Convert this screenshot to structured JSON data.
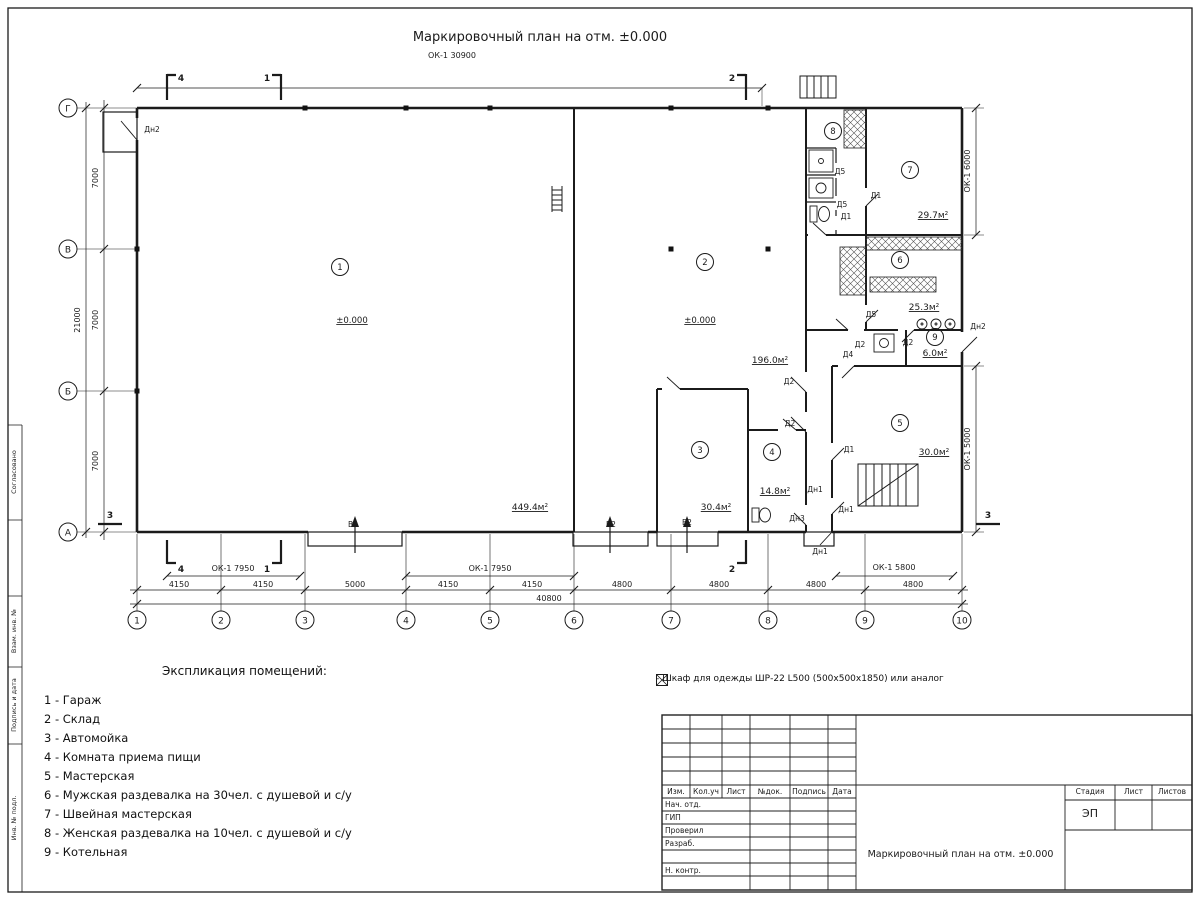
{
  "title": "Маркировочный план на отм. ±0.000",
  "axes": {
    "rows": [
      "Г",
      "В",
      "Б",
      "А"
    ],
    "cols": [
      "1",
      "2",
      "3",
      "4",
      "5",
      "6",
      "7",
      "8",
      "9",
      "10"
    ]
  },
  "dims": {
    "ok_top": "ОК-1 30900",
    "left_segments": [
      "7000",
      "7000",
      "7000"
    ],
    "left_total": "21000",
    "bottom_segments": [
      "4150",
      "4150",
      "5000",
      "4150",
      "4150",
      "4800",
      "4800",
      "4800",
      "4800"
    ],
    "bottom_total": "40800",
    "ok_bottom_left": "ОК-1 7950",
    "ok_bottom_mid": "ОК-1 7950",
    "ok_bottom_right": "ОК-1 5800",
    "ok_right_top": "ОК-1 6000",
    "ok_right_bottom": "ОК-1 5000"
  },
  "sections": {
    "s1": "1",
    "s2": "2",
    "s3": "3",
    "s4": "4"
  },
  "rooms": [
    {
      "num": "1",
      "area": "449.4м²",
      "level": "±0.000"
    },
    {
      "num": "2",
      "area": "196.0м²",
      "level": "±0.000"
    },
    {
      "num": "3",
      "area": "30.4м²"
    },
    {
      "num": "4",
      "area": "14.8м²"
    },
    {
      "num": "5",
      "area": "30.0м²"
    },
    {
      "num": "6",
      "area": "25.3м²"
    },
    {
      "num": "7",
      "area": "29.7м²"
    },
    {
      "num": "8"
    },
    {
      "num": "9",
      "area": "6.0м²"
    }
  ],
  "doors": [
    "Дн2",
    "Д5",
    "Д1",
    "Д5",
    "Д1",
    "Д5",
    "Д2",
    "Д2",
    "Д4",
    "Дн2",
    "Д2",
    "Д2",
    "Д1",
    "Дн1",
    "Дн1",
    "Дн3",
    "Дн1",
    "В1",
    "В2",
    "В2"
  ],
  "explication": {
    "heading": "Экспликация помещений:",
    "items": [
      "1 - Гараж",
      "2 - Склад",
      "3 - Автомойка",
      "4 - Комната приема пищи",
      "5 - Мастерская",
      "6 - Мужская раздевалка на 30чел. с душевой и с/у",
      "7 - Швейная мастерская",
      "8 - Женская раздевалка на 10чел. с душевой и с/у",
      "9 - Котельная"
    ]
  },
  "legend": {
    "note": "- Шкаф для одежды ШР-22 L500 (500x500x1850) или аналог"
  },
  "titleblock": {
    "header_cols": [
      "Изм.",
      "Кол.уч",
      "Лист",
      "№док.",
      "Подпись",
      "Дата"
    ],
    "row_labels": [
      "Нач. отд.",
      "ГИП",
      "Проверил",
      "Разраб.",
      "Н. контр."
    ],
    "stage_label": "Стадия",
    "sheet_label": "Лист",
    "sheets_label": "Листов",
    "stage_value": "ЭП",
    "doc_title": "Маркировочный план на отм. ±0.000"
  },
  "frame": {
    "side_labels": [
      "Согласовано",
      "Взам. инв. №",
      "Подпись и дата",
      "Инв. № подл."
    ]
  }
}
